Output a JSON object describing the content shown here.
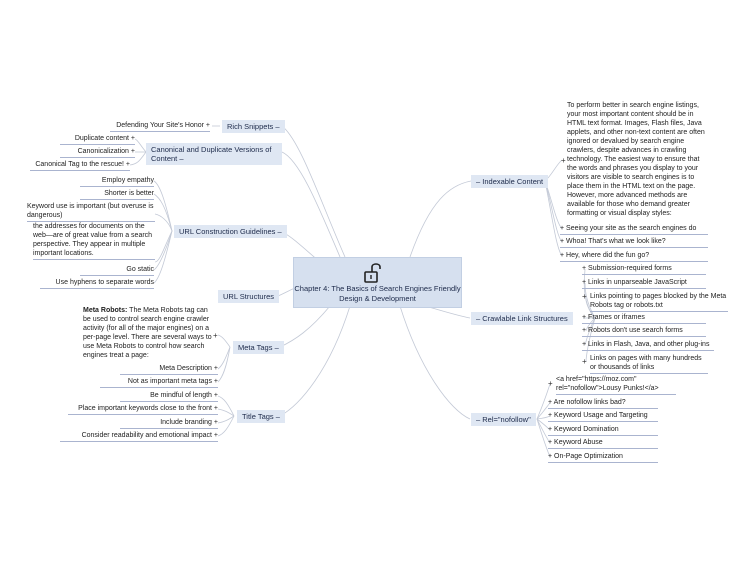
{
  "central": {
    "title": "Chapter 4: The Basics of Search Engines Friendly Design & Development",
    "icon": "unlocked-padlock-icon"
  },
  "branches": {
    "rich_snippets": {
      "label": "Rich Snippets",
      "children": [
        "Defending Your Site's Honor"
      ]
    },
    "canonical": {
      "label": "Canonical and Duplicate Versions of Content",
      "children": [
        "Duplicate content",
        "Canonicalization",
        "Canonical Tag to the rescue!"
      ]
    },
    "url_guidelines": {
      "label": "URL Construction Guidelines",
      "children": [
        "Employ empathy",
        "Shorter is better",
        "Keyword use is important (but overuse is dangerous)",
        "the addresses for documents on the web—are of great value from a search perspective. They appear in multiple important locations.",
        "Go static",
        "Use hyphens to separate words"
      ]
    },
    "url_structures": {
      "label": "URL Structures"
    },
    "meta_tags": {
      "label": "Meta Tags",
      "robots_bold": "Meta Robots:",
      "robots_text": " The Meta Robots tag can be used to control search engine crawler activity (for all of the major engines) on a per-page level. There are several ways to use Meta Robots to control how search engines treat a page:",
      "children": [
        "Meta Description",
        "Not as important meta tags"
      ]
    },
    "title_tags": {
      "label": "Title Tags",
      "children": [
        "Be mindful of length",
        "Place important keywords close to the front",
        "Include branding",
        "Consider readability and emotional impact"
      ]
    },
    "indexable": {
      "label": "Indexable Content",
      "note": "To perform better in search engine listings, your most important content should be in HTML text format. Images, Flash files, Java applets, and other non-text content are often ignored or devalued by search engine crawlers, despite advances in crawling technology. The easiest way to ensure that the words and phrases you display to your visitors are visible to search engines is to place them in the HTML text on the page. However, more advanced methods are available for those who demand greater formatting or visual display styles:",
      "children": [
        "Seeing your site as the search engines do",
        "Whoa! That's what we look like?",
        "Hey, where did the fun go?"
      ]
    },
    "crawlable": {
      "label": "Crawlable Link Structures",
      "children": [
        "Submission-required forms",
        "Links in unparseable JavaScript",
        "Links pointing to pages blocked by the Meta Robots tag or robots.txt",
        "Frames or iframes",
        "Robots don't use search forms",
        "Links in Flash, Java, and other plug-ins",
        "Links on pages with many hundreds or thousands of links"
      ]
    },
    "nofollow": {
      "label": "Rel=\"nofollow\"",
      "children": [
        "<a href=\"https://moz.com\" rel=\"nofollow\">Lousy Punks!</a>",
        "Are nofollow links bad?",
        "Keyword Usage and Targeting",
        "Keyword Domination",
        "Keyword Abuse",
        "On-Page Optimization"
      ]
    }
  },
  "symbols": {
    "plus": "+",
    "minus": "–"
  }
}
